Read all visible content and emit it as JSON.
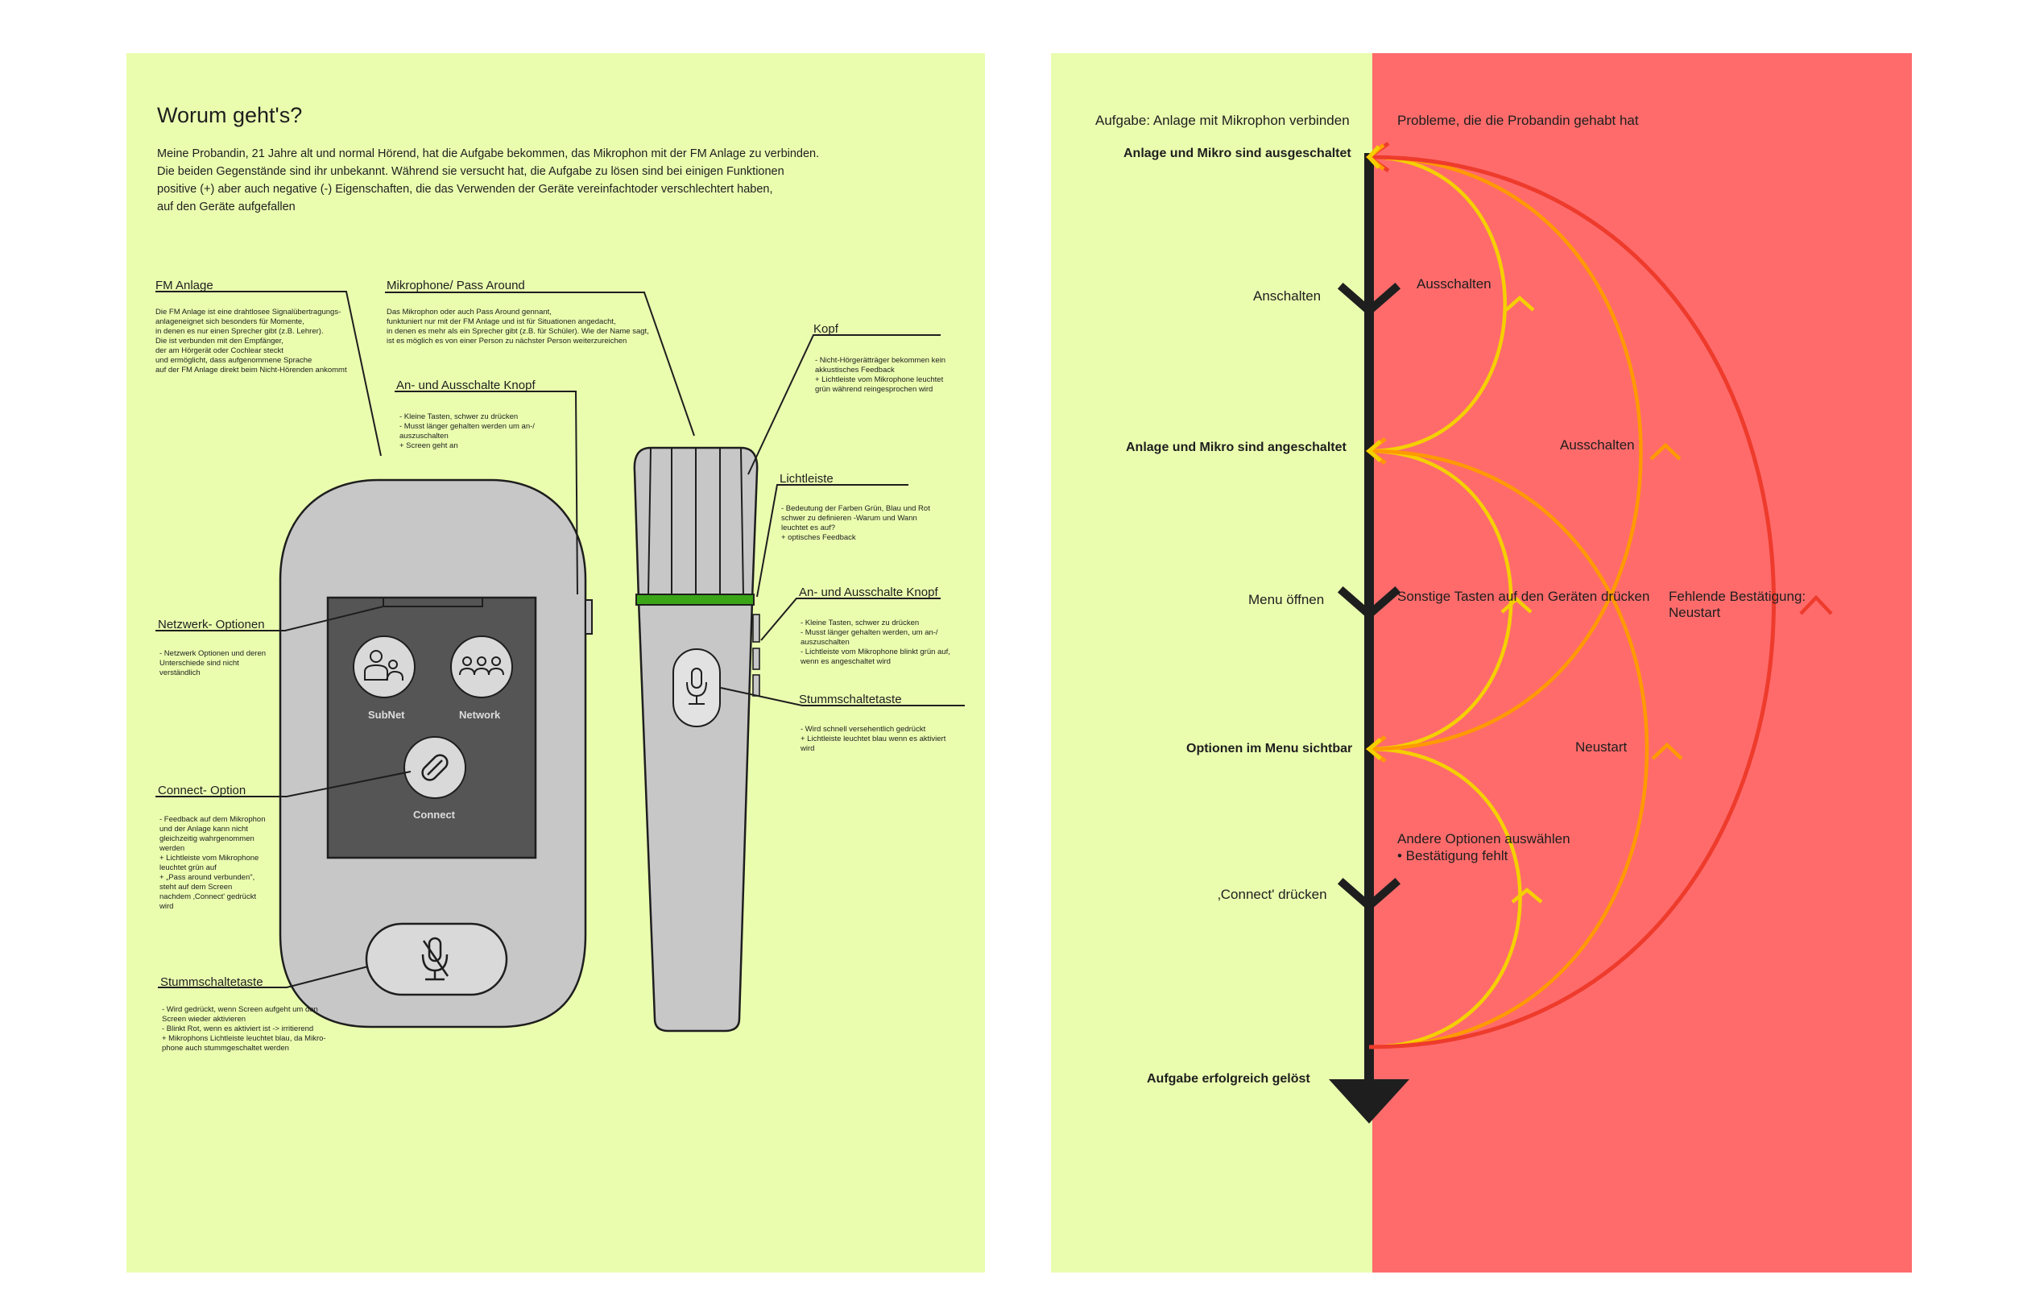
{
  "left_panel": {
    "title": "Worum geht's?",
    "intro": [
      "Meine Probandin, 21 Jahre alt und normal Hörend, hat die Aufgabe bekommen, das Mikrophon mit der FM Anlage zu verbinden.",
      "Die beiden Gegenstände sind ihr unbekannt. Während sie versucht hat, die Aufgabe zu lösen sind bei einigen Funktionen",
      "positive (+) aber auch negative (-) Eigenschaften, die das Verwenden der Geräte vereinfachtoder verschlechtert haben,",
      "auf den Geräte aufgefallen"
    ],
    "fm_anlage": {
      "label": "FM Anlage",
      "text": [
        "Die FM Anlage ist eine drahtlosee Signalübertragungs-",
        "anlageneignet sich besonders für Momente,",
        "in denen es nur einen Sprecher gibt (z.B. Lehrer).",
        "Die ist verbunden mit den Empfänger,",
        "der am Hörgerät oder Cochlear steckt",
        "und ermöglicht, dass aufgenommene Sprache",
        "auf der FM Anlage direkt beim Nicht-Hörenden ankommt"
      ]
    },
    "mikrophone": {
      "label": "Mikrophone/ Pass Around",
      "text": [
        "Das Mikrophon oder auch Pass Around  gennant,",
        "funktuniert nur mit der FM Anlage und ist für Situationen angedacht,",
        " in denen es mehr als ein Sprecher gibt (z.B. für Schüler). Wie der Name sagt,",
        "ist es möglich es von einer Person zu nächster Person weiterzureichen"
      ]
    },
    "an_aus_knopf_left": {
      "label": "An- und Ausschalte Knopf",
      "items": [
        "-   Kleine Tasten, schwer zu drücken",
        "-   Musst länger gehalten werden um an-/",
        "        auszuschalten",
        "+   Screen geht an"
      ]
    },
    "kopf": {
      "label": "Kopf",
      "items": [
        "-   Nicht-Hörgerätträger bekommen kein",
        "        akkustisches Feedback",
        "+   Lichtleiste vom Mikrophone leuchtet",
        "        grün während reingesprochen wird"
      ]
    },
    "lichtleiste": {
      "label": "Lichtleiste",
      "items": [
        "-   Bedeutung der Farben Grün, Blau und Rot",
        "        schwer zu definieren -Warum und Wann",
        "        leuchtet es auf?",
        "+   optisches Feedback"
      ]
    },
    "an_aus_knopf_right": {
      "label": "An- und Ausschalte Knopf",
      "items": [
        "-   Kleine Tasten, schwer zu drücken",
        "-   Musst länger gehalten werden, um an-/",
        "        auszuschalten",
        "-   Lichtleiste vom Mikrophone blinkt grün auf,",
        "        wenn es angeschaltet wird"
      ]
    },
    "stumm_right": {
      "label": "Stummschaltetaste",
      "items": [
        "-   Wird schnell versehentlich gedrückt",
        "+   Lichtleiste leuchtet blau wenn es aktiviert",
        "        wird"
      ]
    },
    "netzwerk": {
      "label": "Netzwerk- Optionen",
      "items": [
        "-   Netzwerk Optionen und deren",
        "        Unterschiede sind nicht",
        "        verständlich"
      ]
    },
    "connect": {
      "label": "Connect- Option",
      "items": [
        "-   Feedback auf dem Mikrophon",
        "        und der Anlage kann nicht",
        "        gleichzeitig wahrgenommen",
        "        werden",
        "+   Lichtleiste vom Mikrophone",
        "        leuchtet grün auf",
        "+   „Pass around verbunden\",",
        "        steht auf dem Screen",
        "        nachdem ‚Connect' gedrückt",
        "        wird"
      ]
    },
    "stumm_left": {
      "label": "Stummschaltetaste",
      "items": [
        "-   Wird gedrückt, wenn Screen aufgeht um den",
        "        Screen wieder aktivieren",
        "-   Blinkt Rot, wenn es aktiviert ist -> irritierend",
        "+   Mikrophons Lichtleiste leuchtet blau, da Mikro-",
        "        phone auch stummgeschaltet werden"
      ]
    },
    "device_screen": {
      "subnet": "SubNet",
      "network": "Network",
      "connect": "Connect"
    }
  },
  "right_panel": {
    "header_task": "Aufgabe: Anlage mit Mikrophon verbinden",
    "header_problems": "Probleme, die die Probandin gehabt hat",
    "steps": [
      "Anlage und Mikro sind ausgeschaltet",
      "Anschalten",
      "Anlage und Mikro sind angeschaltet",
      "Menu öffnen",
      "Optionen im Menu sichtbar",
      "‚Connect' drücken",
      "Aufgabe erfolgreich gelöst"
    ],
    "problems": {
      "ausschalten_1": "Ausschalten",
      "ausschalten_2": "Ausschalten",
      "sonstige_tasten": "Sonstige Tasten auf den Geräten drücken",
      "fehlende_1": "Fehlende Bestätigung:",
      "fehlende_2": "Neustart",
      "neustart": "Neustart",
      "andere_1": "Andere Optionen auswählen",
      "andere_2": "• Bestätigung fehlt"
    },
    "colors": {
      "yellow": "#f5d000",
      "orange": "#ff9a00",
      "red": "#ee3b2c",
      "spine": "#1e1e1e"
    }
  }
}
